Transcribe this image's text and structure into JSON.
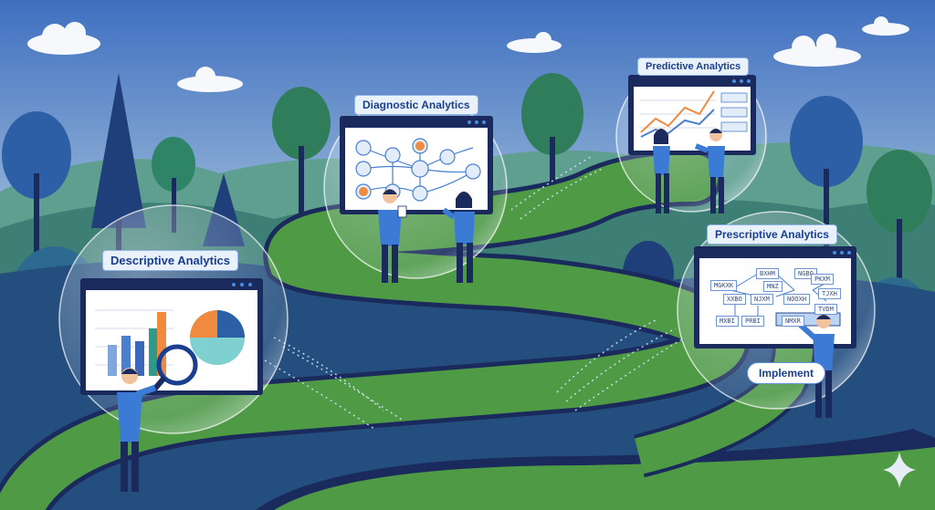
{
  "stages": {
    "descriptive": {
      "label": "Descriptive Analytics"
    },
    "diagnostic": {
      "label": "Diagnostic Analytics"
    },
    "predictive": {
      "label": "Predictive Analytics"
    },
    "prescriptive": {
      "label": "Prescriptive Analytics",
      "action_label": "Implement"
    }
  },
  "flow_nodes": [
    "BXHM",
    "NGBO",
    "MGKXK",
    "PKXM",
    "XXBO",
    "NJXM",
    "NOOXH",
    "TJXH",
    "MXBI",
    "PRBI",
    "NMXR",
    "TVDM",
    "MNZ"
  ],
  "colors": {
    "label_text": "#1b3f8f",
    "label_bg": "#e9f1fb",
    "path_green": "#4f9a45",
    "path_edge": "#1b2a5c",
    "sky_top": "#3f6fc0",
    "sky_bottom": "#f4e8c8",
    "shirt_blue": "#3b7bd6"
  }
}
